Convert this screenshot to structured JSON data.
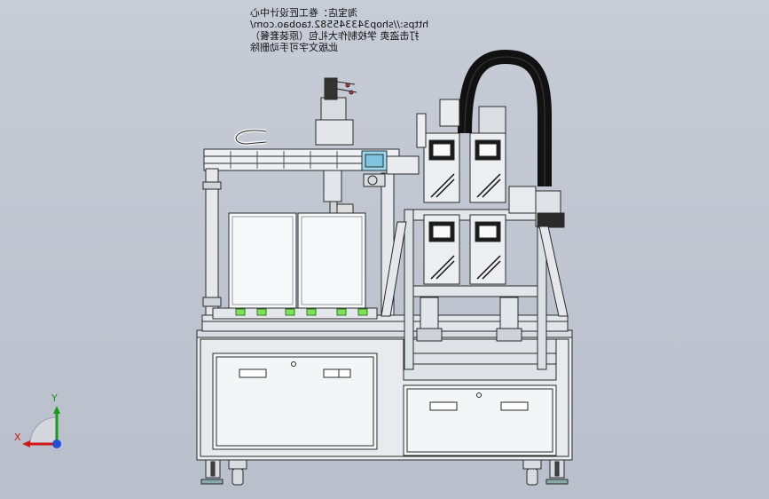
{
  "watermark": {
    "lines": [
      "淘宝店：卷工匠设计中心",
      "https://shop343345582.taobao.com/",
      "打击盗卖 学校制作大礼包（原装套餐）",
      "此版文字可手动删除"
    ]
  },
  "triad": {
    "x_label": "X",
    "y_label": "Y",
    "x_color": "#d01818",
    "y_color": "#1a9a1a",
    "z_color": "#1f4fd6"
  },
  "colors": {
    "background": "#c1c6d0",
    "line": "#2a2a2a",
    "panel": "#f2f3f5",
    "accent_green": "#7fe05a"
  }
}
